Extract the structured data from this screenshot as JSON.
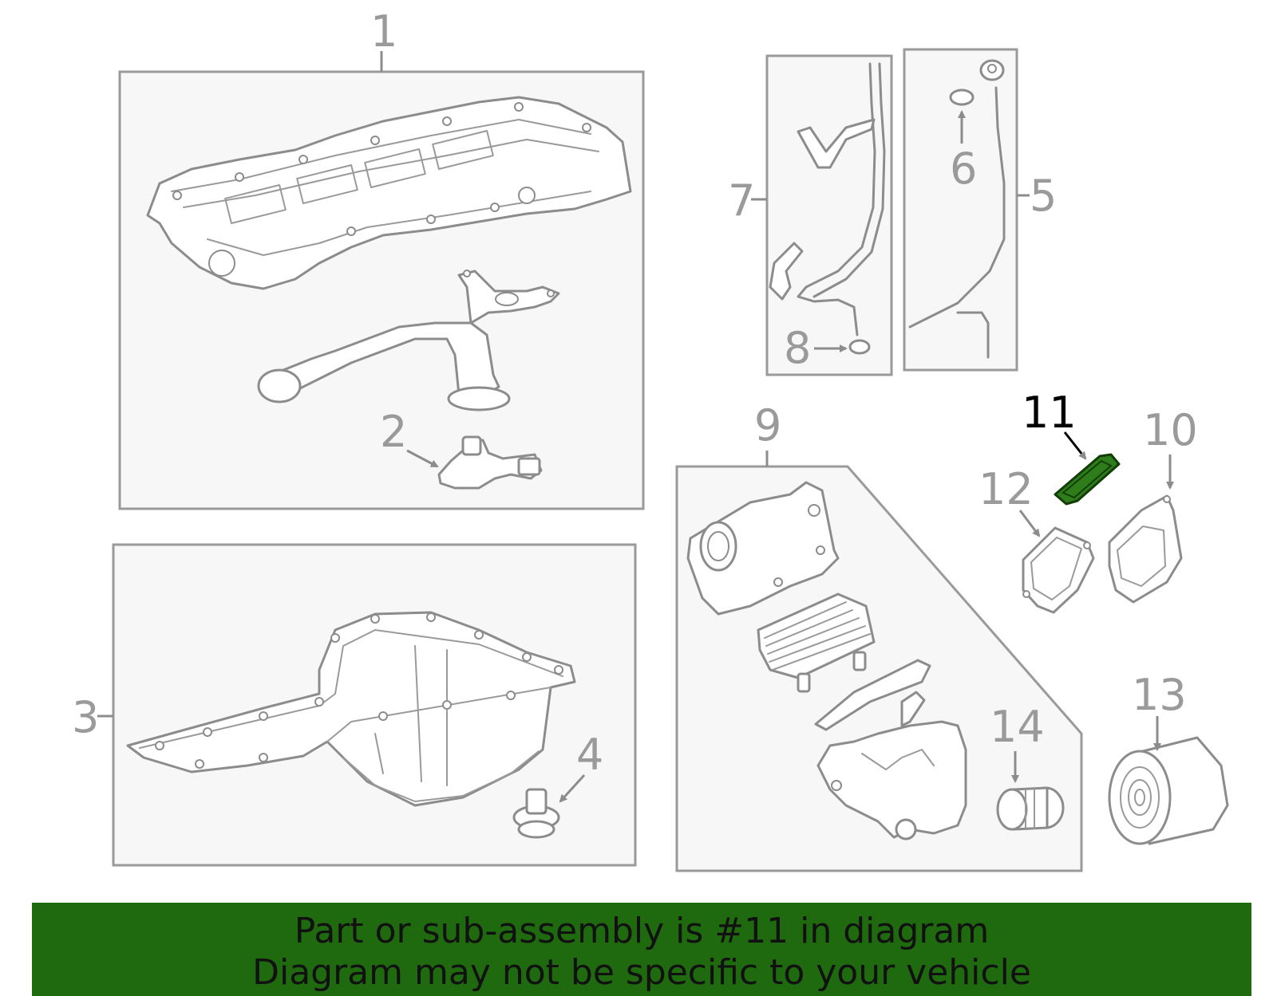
{
  "callouts": {
    "c1": "1",
    "c2": "2",
    "c3": "3",
    "c4": "4",
    "c5": "5",
    "c6": "6",
    "c7": "7",
    "c8": "8",
    "c9": "9",
    "c10": "10",
    "c11": "11",
    "c12": "12",
    "c13": "13",
    "c14": "14"
  },
  "highlight": {
    "part": "11",
    "color": "#2e7d1a"
  },
  "banner": {
    "line1": "Part or sub-assembly is #11 in diagram",
    "line2": "Diagram may not be specific to your vehicle",
    "background": "#1f6a0f"
  }
}
